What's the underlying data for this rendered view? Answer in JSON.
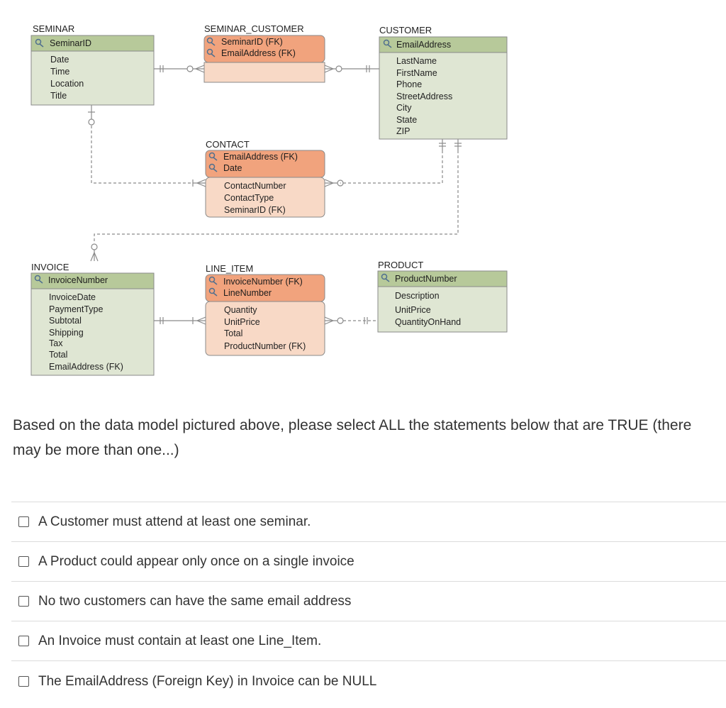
{
  "entities": {
    "seminar": {
      "name": "SEMINAR",
      "pk": [
        "SeminarID"
      ],
      "attrs": [
        "Date",
        "Time",
        "Location",
        "Title"
      ]
    },
    "seminar_customer": {
      "name": "SEMINAR_CUSTOMER",
      "pk": [
        "SeminarID (FK)",
        "EmailAddress (FK)"
      ],
      "attrs": []
    },
    "customer": {
      "name": "CUSTOMER",
      "pk": [
        "EmailAddress"
      ],
      "attrs": [
        "LastName",
        "FirstName",
        "Phone",
        "StreetAddress",
        "City",
        "State",
        "ZIP"
      ]
    },
    "contact": {
      "name": "CONTACT",
      "pk": [
        "EmailAddress (FK)",
        "Date"
      ],
      "attrs": [
        "ContactNumber",
        "ContactType",
        "SeminarID (FK)"
      ]
    },
    "invoice": {
      "name": "INVOICE",
      "pk": [
        "InvoiceNumber"
      ],
      "attrs": [
        "InvoiceDate",
        "PaymentType",
        "Subtotal",
        "Shipping",
        "Tax",
        "Total",
        "EmailAddress (FK)"
      ]
    },
    "line_item": {
      "name": "LINE_ITEM",
      "pk": [
        "InvoiceNumber (FK)",
        "LineNumber"
      ],
      "attrs": [
        "Quantity",
        "UnitPrice",
        "Total",
        "ProductNumber (FK)"
      ]
    },
    "product": {
      "name": "PRODUCT",
      "pk": [
        "ProductNumber"
      ],
      "attrs": [
        "Description",
        "UnitPrice",
        "QuantityOnHand"
      ]
    }
  },
  "colors": {
    "independent_header": "#b7c99a",
    "independent_body": "#dfe6d3",
    "dependent_header": "#f1a37d",
    "dependent_body": "#f8d9c6",
    "key_icon": "key-icon"
  },
  "question": "Based on the data model pictured above, please select ALL the statements below that are TRUE (there may be more than one...)",
  "options": [
    "A Customer must attend at least one seminar.",
    "A Product could appear only once on a single invoice",
    "No two customers can have the same email address",
    "An Invoice must contain at least one Line_Item.",
    "The EmailAddress (Foreign Key) in Invoice can be NULL"
  ]
}
